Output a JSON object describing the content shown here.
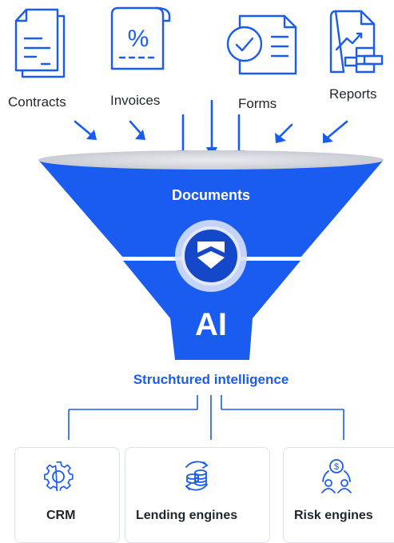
{
  "inputs": {
    "contracts": "Contracts",
    "invoices": "Invoices",
    "forms": "Forms",
    "reports": "Reports"
  },
  "funnel": {
    "top_label": "Documents",
    "bottom_label": "AI"
  },
  "output_title": "Struchtured intelligence",
  "destinations": {
    "crm": "CRM",
    "lending": "Lending engines",
    "risk": "Risk engines"
  },
  "icons": {
    "contracts": "contract-document-icon",
    "invoices": "invoice-percent-icon",
    "forms": "form-check-icon",
    "reports": "report-chart-icon",
    "funnel_logo": "stack-logo-icon",
    "crm": "gear-icon",
    "lending": "coin-stack-icon",
    "risk": "risk-people-icon"
  },
  "colors": {
    "accent": "#1a5cf0",
    "dark_accent": "#1548c8",
    "text": "#1f2630"
  }
}
